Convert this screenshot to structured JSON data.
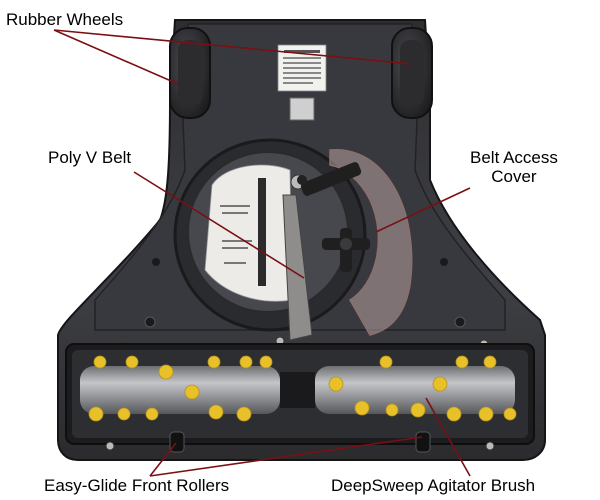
{
  "callouts": {
    "rubber_wheels": "Rubber Wheels",
    "poly_v_belt": "Poly V Belt",
    "belt_access_cover_line1": "Belt Access",
    "belt_access_cover_line2": "Cover",
    "front_rollers": "Easy-Glide Front Rollers",
    "agitator_brush": "DeepSweep Agitator Brush"
  },
  "colors": {
    "callout_line": "#7a0f14",
    "body_dark": "#2a2a2c",
    "body_mid": "#3d3e42",
    "bristle_yellow": "#e8c12a",
    "brush_roll": "#9a9ca0",
    "belt_clear": "#c9b6b3"
  }
}
